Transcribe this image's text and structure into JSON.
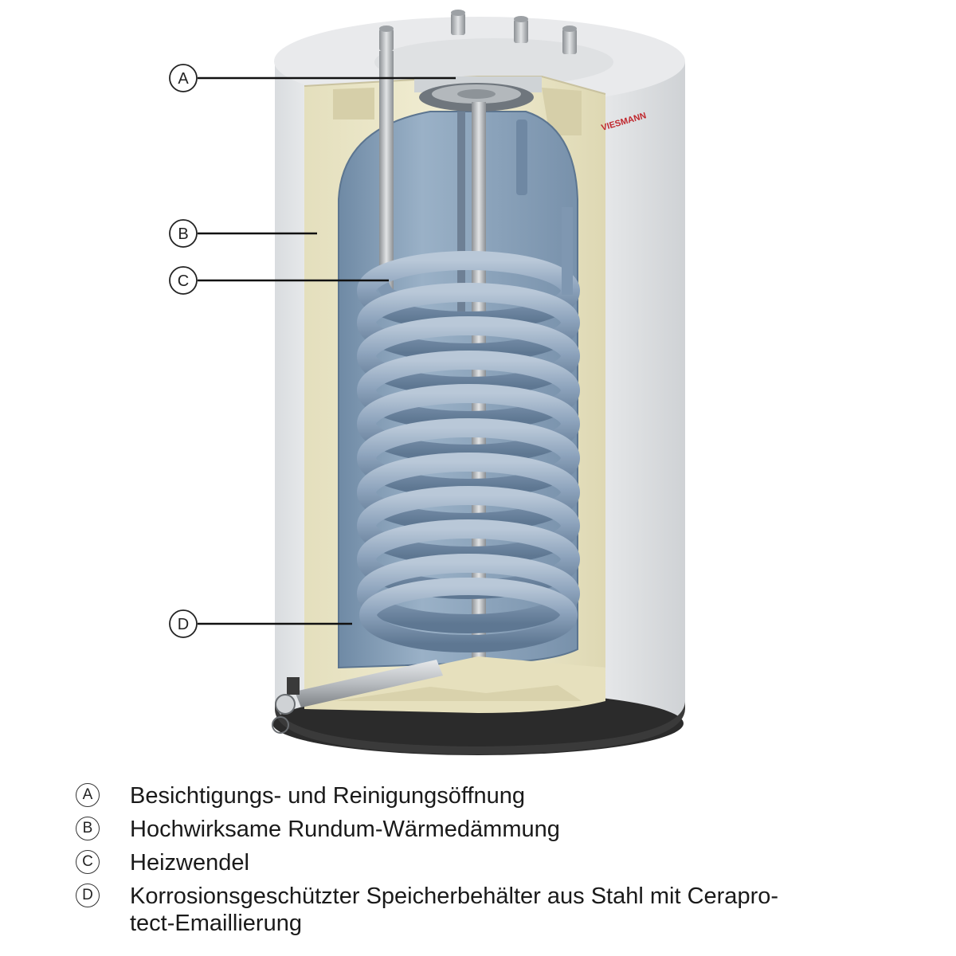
{
  "brand": {
    "logo_text": "VIESMANN",
    "logo_color": "#c0272d"
  },
  "colors": {
    "casing": "#eceef0",
    "insulation": "#efeacc",
    "tank": "#8ea7bf",
    "coil": "#8da3bd",
    "rod": "#b9bcc0"
  },
  "callouts": [
    {
      "letter": "A",
      "target": "inspection-opening"
    },
    {
      "letter": "B",
      "target": "insulation"
    },
    {
      "letter": "C",
      "target": "heating-coil"
    },
    {
      "letter": "D",
      "target": "tank-wall"
    }
  ],
  "legend": [
    {
      "letter": "A",
      "lines": [
        "Besichtigungs- und Reinigungsöffnung"
      ]
    },
    {
      "letter": "B",
      "lines": [
        "Hochwirksame Rundum-Wärmedämmung"
      ]
    },
    {
      "letter": "C",
      "lines": [
        "Heizwendel"
      ]
    },
    {
      "letter": "D",
      "lines": [
        "Korrosionsgeschützter Speicherbehälter aus Stahl mit Cerapro-",
        "tect-Emaillierung"
      ]
    }
  ]
}
